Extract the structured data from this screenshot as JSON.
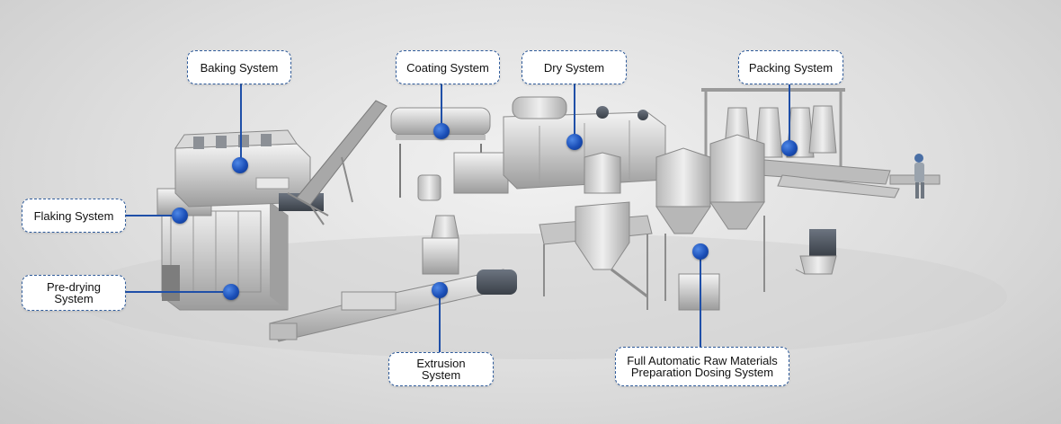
{
  "callouts": {
    "baking": {
      "label": "Baking System"
    },
    "coating": {
      "label": "Coating System"
    },
    "dry": {
      "label": "Dry System"
    },
    "packing": {
      "label": "Packing System"
    },
    "flaking": {
      "label": "Flaking System"
    },
    "predrying": {
      "line1": "Pre-drying",
      "line2": "System"
    },
    "extrusion": {
      "line1": "Extrusion",
      "line2": "System"
    },
    "raw": {
      "line1": "Full Automatic Raw Materials",
      "line2": "Preparation Dosing System"
    }
  },
  "colors": {
    "marker": "#1b4fb8",
    "callout_border": "#2f5b9a",
    "background": "#dedede"
  }
}
